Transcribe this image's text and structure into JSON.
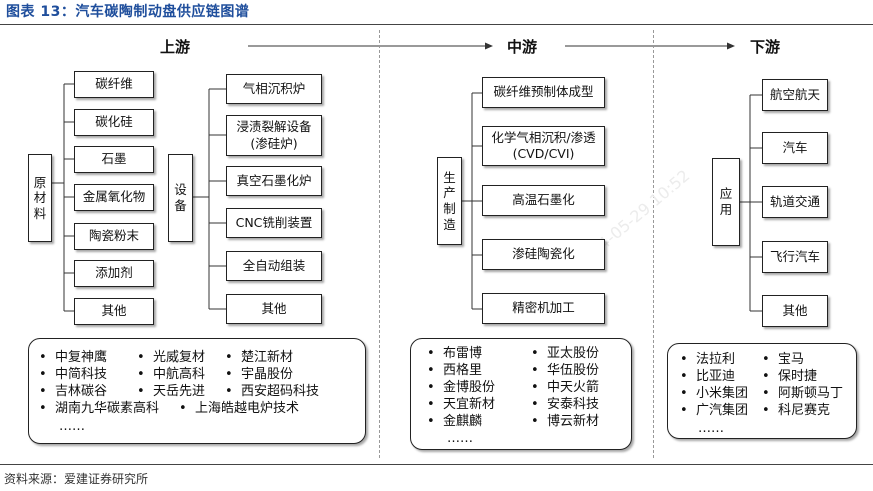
{
  "figure": {
    "title": "图表 13：汽车碳陶制动盘供应链图谱",
    "source": "资料来源：爱建证券研究所",
    "watermark": "2024-05-29 10:52"
  },
  "stages": {
    "upstream": "上游",
    "midstream": "中游",
    "downstream": "下游"
  },
  "upstream": {
    "raw_label": "原材料",
    "raw_items": [
      "碳纤维",
      "碳化硅",
      "石墨",
      "金属氧化物",
      "陶瓷粉末",
      "添加剂",
      "其他"
    ],
    "equip_label": "设备",
    "equip_items": [
      "气相沉积炉",
      "浸渍裂解设备\n(渗硅炉)",
      "真空石墨化炉",
      "CNC铣削装置",
      "全自动组装",
      "其他"
    ],
    "companies": [
      [
        "中复神鹰",
        "光威复材",
        "楚江新材"
      ],
      [
        "中简科技",
        "中航高科",
        "宇晶股份"
      ],
      [
        "吉林碳谷",
        "天岳先进",
        "西安超码科技"
      ],
      [
        "湖南九华碳素高科",
        "上海皓越电炉技术"
      ]
    ],
    "more": "……"
  },
  "midstream": {
    "label": "生产制造",
    "items": [
      "碳纤维预制体成型",
      "化学气相沉积/渗透\n(CVD/CVI)",
      "高温石墨化",
      "渗硅陶瓷化",
      "精密机加工"
    ],
    "companies": [
      [
        "布雷博",
        "亚太股份"
      ],
      [
        "西格里",
        "华伍股份"
      ],
      [
        "金博股份",
        "中天火箭"
      ],
      [
        "天宜新材",
        "安泰科技"
      ],
      [
        "金麒麟",
        "博云新材"
      ]
    ],
    "more": "……"
  },
  "downstream": {
    "label": "应用",
    "items": [
      "航空航天",
      "汽车",
      "轨道交通",
      "飞行汽车",
      "其他"
    ],
    "companies": [
      [
        "法拉利",
        "宝马"
      ],
      [
        "比亚迪",
        "保时捷"
      ],
      [
        "小米集团",
        "阿斯顿马丁"
      ],
      [
        "广汽集团",
        "科尼赛克"
      ]
    ],
    "more": "……"
  },
  "bullet": "•"
}
